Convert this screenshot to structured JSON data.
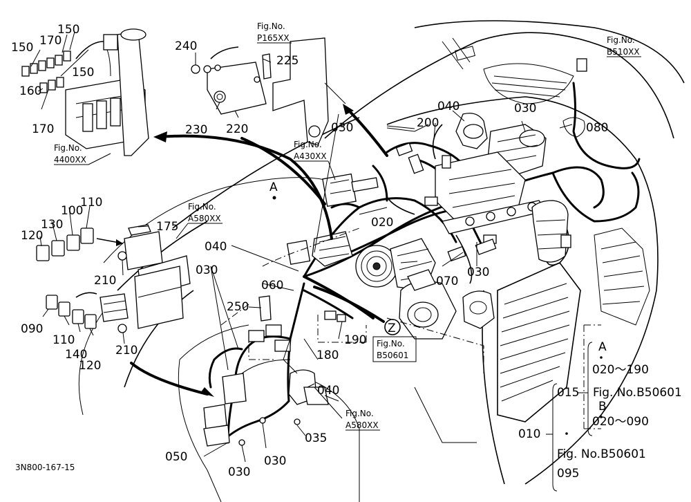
{
  "diagram_code": "3N800-167-15",
  "fig_refs": {
    "p165": {
      "title": "Fig.No.",
      "code": "P165XX"
    },
    "b510": {
      "title": "Fig.No.",
      "code": "B510XX"
    },
    "f4400": {
      "title": "Fig.No.",
      "code": "4400XX"
    },
    "a430": {
      "title": "Fig.No.",
      "code": "A430XX"
    },
    "a580top": {
      "title": "Fig.No.",
      "code": "A580XX"
    },
    "b50601": {
      "title": "Fig.No.",
      "code": "B50601"
    },
    "a580bot": {
      "title": "Fig.No.",
      "code": "A580XX"
    }
  },
  "markers": {
    "a": "A",
    "z": "Z"
  },
  "parts": {
    "p150a": "150",
    "p170a": "170",
    "p150b": "150",
    "p150c": "150",
    "p160": "160",
    "p170b": "170",
    "p240": "240",
    "p225": "225",
    "p230": "230",
    "p220": "220",
    "p040a": "040",
    "p030a": "030",
    "p200": "200",
    "p030b": "030",
    "p080": "080",
    "p110a": "110",
    "p100": "100",
    "p130": "130",
    "p120a": "120",
    "p175": "175",
    "p210a": "210",
    "p020": "020",
    "p040b": "040",
    "p030c": "030",
    "p060": "060",
    "p070": "070",
    "p030d": "030",
    "p090": "090",
    "p110b": "110",
    "p140": "140",
    "p120b": "120",
    "p210b": "210",
    "p250": "250",
    "p190": "190",
    "p180": "180",
    "p040c": "040",
    "p035": "035",
    "p050": "050",
    "p030e": "030",
    "p030f": "030"
  },
  "legend": {
    "a_label": "A",
    "a_range": "020～190",
    "fig_015_num": "015",
    "fig_015_ref": "Fig. No.B50601",
    "b_label": "B",
    "b_range": "020～090",
    "num_010": "010",
    "fig_010_ref": "Fig. No.B50601",
    "num_095": "095"
  }
}
